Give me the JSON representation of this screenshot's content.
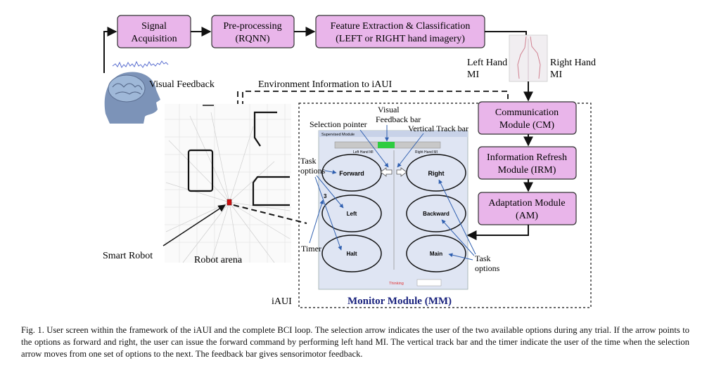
{
  "blocks": {
    "signal": [
      "Signal",
      "Acquisition"
    ],
    "preproc": [
      "Pre-processing",
      "(RQNN)"
    ],
    "feature": [
      "Feature Extraction & Classification",
      "(LEFT or RIGHT hand imagery)"
    ],
    "cm": [
      "Communication",
      "Module (CM)"
    ],
    "irm": [
      "Information Refresh",
      "Module (IRM)"
    ],
    "am": [
      "Adaptation Module",
      "(AM)"
    ]
  },
  "labels": {
    "left_hand": [
      "Left Hand",
      "MI"
    ],
    "right_hand": [
      "Right Hand",
      "MI"
    ],
    "visual_feedback": "Visual  Feedback",
    "env_info": "Environment Information to iAUI",
    "smart_robot": "Smart Robot",
    "robot_arena": "Robot arena",
    "iaui": "iAUI",
    "monitor_module": "Monitor Module (MM)",
    "selection_pointer": "Selection pointer",
    "visual_feedback_bar": [
      "Visual",
      "Feedback bar"
    ],
    "vertical_track_bar": "Vertical Track bar",
    "task_options_left": [
      "Task",
      "options"
    ],
    "task_options_right": [
      "Task",
      "options"
    ],
    "timer": "Timer"
  },
  "screen": {
    "title": "Supervised Module",
    "left_hand_mi": "Left Hand MI",
    "right_hand_mi": "Right Hand MI",
    "timer_value": "3",
    "thinking": "Thinking",
    "options": {
      "forward": "Forward",
      "right": "Right",
      "left": "Left",
      "backward": "Backward",
      "halt": "Halt",
      "main": "Main"
    }
  },
  "colors": {
    "block_fill": "#e9b5ea",
    "screen_bg": "#dfe5f3",
    "feedback_green": "#2ecc40",
    "thinking_red": "#e03030"
  },
  "caption": "Fig. 1.   User screen within the framework of the iAUI and the complete BCI loop. The selection arrow indicates the user of the two available options during any trial. If the arrow points to the options as forward and right, the user can issue the forward command by performing left hand MI. The vertical track bar and the timer indicate the user of the time when the selection arrow moves from one set of options to the next. The feedback bar gives sensorimotor feedback."
}
